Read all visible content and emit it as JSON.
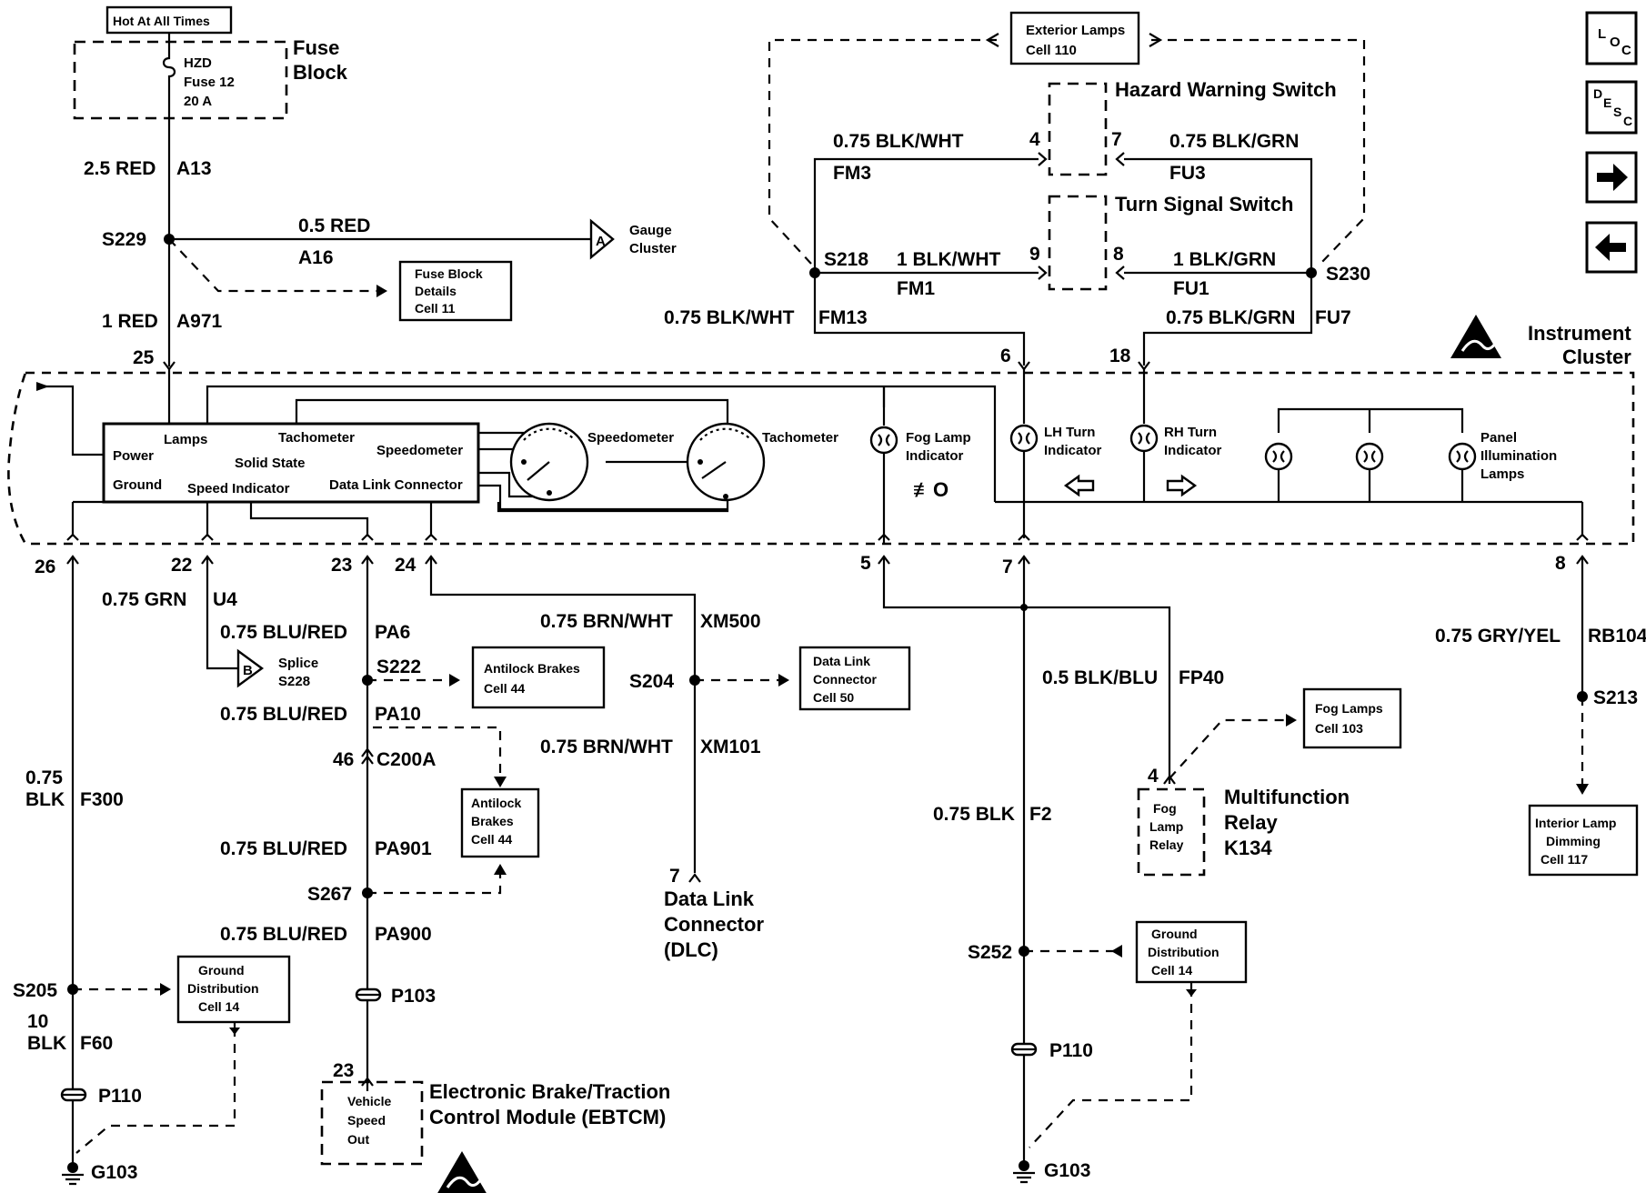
{
  "top": {
    "hot_label": "Hot At All Times",
    "fuse_block_title": [
      "Fuse",
      "Block"
    ],
    "fuse": [
      "HZD",
      "Fuse 12",
      "20 A"
    ]
  },
  "nav": {
    "loc": [
      "L",
      "O",
      "C"
    ],
    "desc": [
      "D",
      "E",
      "S",
      "C"
    ]
  },
  "refs": {
    "exterior_lamps": [
      "Exterior Lamps",
      "Cell 110"
    ],
    "fuse_block_details": [
      "Fuse Block",
      "Details",
      "Cell 11"
    ],
    "antilock_1": [
      "Antilock Brakes",
      "Cell 44"
    ],
    "antilock_2": [
      "Antilock",
      "Brakes",
      "Cell 44"
    ],
    "dlc_ref": [
      "Data Link",
      "Connector",
      "Cell 50"
    ],
    "fog_lamps": [
      "Fog Lamps",
      "Cell 103"
    ],
    "interior_dimming": [
      "Interior Lamp",
      "Dimming",
      "Cell 117"
    ],
    "ground_dist_left": [
      "Ground",
      "Distribution",
      "Cell 14"
    ],
    "ground_dist_right": [
      "Ground",
      "Distribution",
      "Cell 14"
    ]
  },
  "switches": {
    "hazard": "Hazard Warning Switch",
    "turn": "Turn Signal Switch"
  },
  "wires": {
    "w_25_red": "2.5 RED",
    "a13": "A13",
    "s229": "S229",
    "w_05_red": "0.5 RED",
    "a16": "A16",
    "gauge_cluster": [
      "Gauge",
      "Cluster"
    ],
    "w_1_red": "1 RED",
    "a971": "A971",
    "fm3_wire": "0.75 BLK/WHT",
    "fm3": "FM3",
    "fu3_wire": "0.75 BLK/GRN",
    "fu3": "FU3",
    "s218": "S218",
    "fm1_wire": "1 BLK/WHT",
    "fm1": "FM1",
    "fu1_wire": "1 BLK/GRN",
    "fu1": "FU1",
    "s230": "S230",
    "fm13_wire": "0.75 BLK/WHT",
    "fm13": "FM13",
    "fu7_wire": "0.75 BLK/GRN",
    "fu7": "FU7",
    "u4_wire": "0.75 GRN",
    "u4": "U4",
    "splice": [
      "Splice",
      "S228"
    ],
    "pa6_wire": "0.75 BLU/RED",
    "pa6": "PA6",
    "s222": "S222",
    "pa10_wire": "0.75 BLU/RED",
    "pa10": "PA10",
    "c200a": "C200A",
    "pa901_wire": "0.75 BLU/RED",
    "pa901": "PA901",
    "s267": "S267",
    "pa900_wire": "0.75 BLU/RED",
    "pa900": "PA900",
    "p103": "P103",
    "xm500_wire": "0.75 BRN/WHT",
    "xm500": "XM500",
    "s204": "S204",
    "xm101_wire": "0.75 BRN/WHT",
    "xm101": "XM101",
    "f300_wire": [
      "0.75",
      "BLK"
    ],
    "f300": "F300",
    "s205": "S205",
    "f60_wire": [
      "10",
      "BLK"
    ],
    "f60": "F60",
    "p110_left": "P110",
    "g103_left": "G103",
    "fp40_wire": "0.5 BLK/BLU",
    "fp40": "FP40",
    "f2_wire": "0.75 BLK",
    "f2": "F2",
    "s252": "S252",
    "p110_right": "P110",
    "g103_right": "G103",
    "rb104_wire": "0.75 GRY/YEL",
    "rb104": "RB104",
    "s213": "S213"
  },
  "pins": {
    "p4": "4",
    "p7": "7",
    "p9": "9",
    "p8": "8",
    "p25": "25",
    "p6": "6",
    "p18": "18",
    "p26": "26",
    "p22": "22",
    "p23": "23",
    "p24": "24",
    "p5": "5",
    "p7b": "7",
    "p8b": "8",
    "p46": "46",
    "p7dlc": "7",
    "p23ebtcm": "23",
    "p4relay": "4"
  },
  "cluster": {
    "title": [
      "Instrument",
      "Cluster"
    ],
    "power": "Power",
    "lamps": "Lamps",
    "tachometer": "Tachometer",
    "solid_state": "Solid State",
    "speedometer": "Speedometer",
    "ground": "Ground",
    "speed_indicator": "Speed Indicator",
    "data_link": "Data Link Connector",
    "gauge_speedo": "Speedometer",
    "gauge_tacho": "Tachometer",
    "fog_ind": [
      "Fog Lamp",
      "Indicator"
    ],
    "lh_turn": [
      "LH Turn",
      "Indicator"
    ],
    "rh_turn": [
      "RH Turn",
      "Indicator"
    ],
    "panel": [
      "Panel",
      "Illumination",
      "Lamps"
    ]
  },
  "modules": {
    "dlc": [
      "Data Link",
      "Connector",
      "(DLC)"
    ],
    "ebtcm_title": [
      "Electronic Brake/Traction",
      "Control Module (EBTCM)"
    ],
    "vso": [
      "Vehicle",
      "Speed",
      "Out"
    ],
    "relay_inner": [
      "Fog",
      "Lamp",
      "Relay"
    ],
    "relay_title": [
      "Multifunction",
      "Relay",
      "K134"
    ]
  },
  "flags": {
    "a": "A",
    "b": "B"
  }
}
